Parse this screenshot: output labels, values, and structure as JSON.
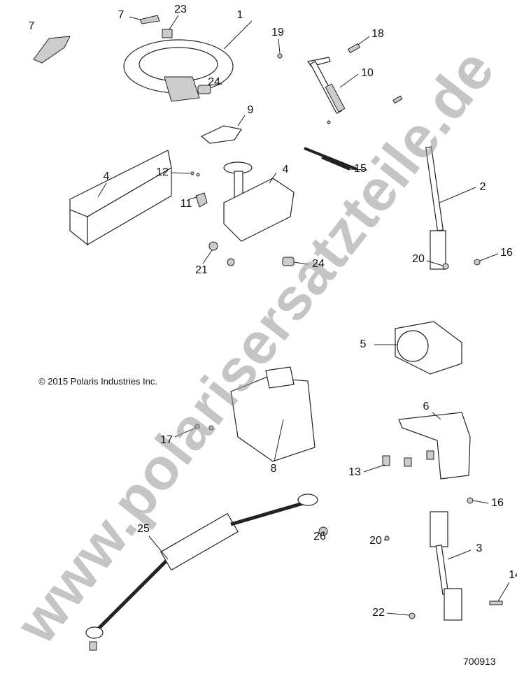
{
  "watermark": "www.polarisersatzteile.de",
  "copyright": "© 2015 Polaris Industries Inc.",
  "diagram_code": "700913",
  "labels": {
    "p1": "1",
    "p2": "2",
    "p3": "3",
    "p4a": "4",
    "p4b": "4",
    "p5": "5",
    "p6": "6",
    "p7a": "7",
    "p7b": "7",
    "p8": "8",
    "p9": "9",
    "p10": "10",
    "p11": "11",
    "p12": "12",
    "p13": "13",
    "p14": "14",
    "p15": "15",
    "p16a": "16",
    "p16b": "16",
    "p17": "17",
    "p18": "18",
    "p19": "19",
    "p20a": "20",
    "p20b": "20",
    "p21": "21",
    "p22": "22",
    "p23": "23",
    "p24a": "24",
    "p24b": "24",
    "p25": "25",
    "p26": "26"
  }
}
